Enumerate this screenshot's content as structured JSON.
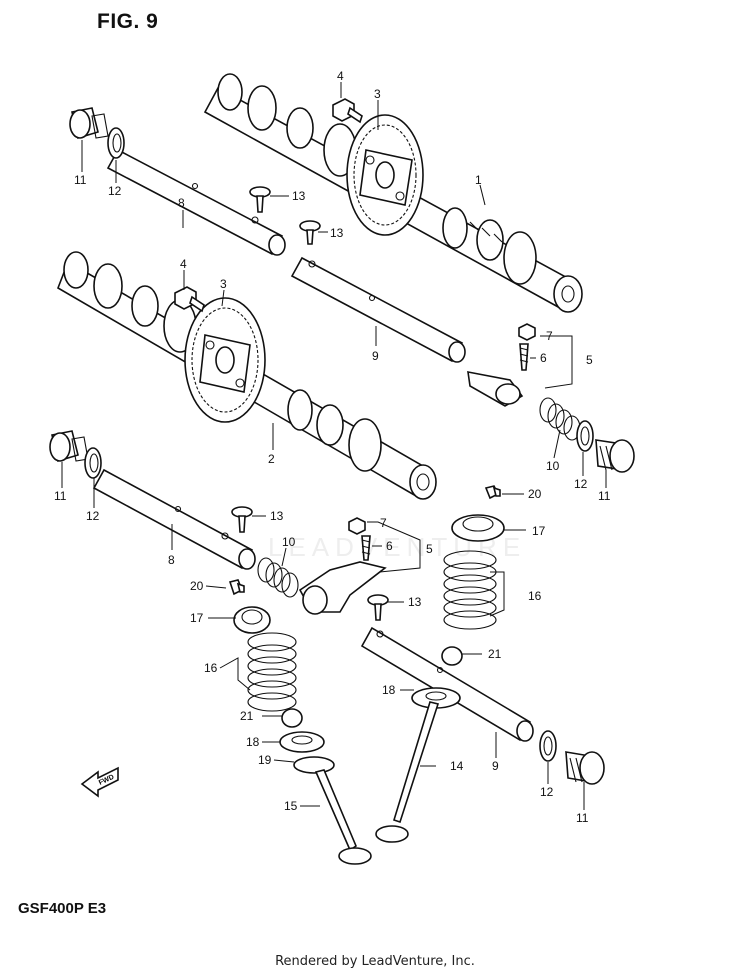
{
  "figure": {
    "title": "FIG. 9"
  },
  "model": "GSF400P  E3",
  "footer": "Rendered by LeadVenture, Inc.",
  "watermark": "LEADVENTURE",
  "fwd_label": "FWD",
  "callouts": [
    {
      "id": "c1",
      "label": "1"
    },
    {
      "id": "c2",
      "label": "2"
    },
    {
      "id": "c3a",
      "label": "3"
    },
    {
      "id": "c3b",
      "label": "3"
    },
    {
      "id": "c4a",
      "label": "4"
    },
    {
      "id": "c4b",
      "label": "4"
    },
    {
      "id": "c5a",
      "label": "5"
    },
    {
      "id": "c5b",
      "label": "5"
    },
    {
      "id": "c6a",
      "label": "6"
    },
    {
      "id": "c6b",
      "label": "6"
    },
    {
      "id": "c7a",
      "label": "7"
    },
    {
      "id": "c7b",
      "label": "7"
    },
    {
      "id": "c8a",
      "label": "8"
    },
    {
      "id": "c8b",
      "label": "8"
    },
    {
      "id": "c9a",
      "label": "9"
    },
    {
      "id": "c9b",
      "label": "9"
    },
    {
      "id": "c10a",
      "label": "10"
    },
    {
      "id": "c10b",
      "label": "10"
    },
    {
      "id": "c11a",
      "label": "11"
    },
    {
      "id": "c11b",
      "label": "11"
    },
    {
      "id": "c11c",
      "label": "11"
    },
    {
      "id": "c11d",
      "label": "11"
    },
    {
      "id": "c12a",
      "label": "12"
    },
    {
      "id": "c12b",
      "label": "12"
    },
    {
      "id": "c12c",
      "label": "12"
    },
    {
      "id": "c12d",
      "label": "12"
    },
    {
      "id": "c13a",
      "label": "13"
    },
    {
      "id": "c13b",
      "label": "13"
    },
    {
      "id": "c13c",
      "label": "13"
    },
    {
      "id": "c13d",
      "label": "13"
    },
    {
      "id": "c14",
      "label": "14"
    },
    {
      "id": "c15",
      "label": "15"
    },
    {
      "id": "c16a",
      "label": "16"
    },
    {
      "id": "c16b",
      "label": "16"
    },
    {
      "id": "c17a",
      "label": "17"
    },
    {
      "id": "c17b",
      "label": "17"
    },
    {
      "id": "c18a",
      "label": "18"
    },
    {
      "id": "c18b",
      "label": "18"
    },
    {
      "id": "c19",
      "label": "19"
    },
    {
      "id": "c20a",
      "label": "20"
    },
    {
      "id": "c20b",
      "label": "20"
    },
    {
      "id": "c21a",
      "label": "21"
    },
    {
      "id": "c21b",
      "label": "21"
    }
  ]
}
